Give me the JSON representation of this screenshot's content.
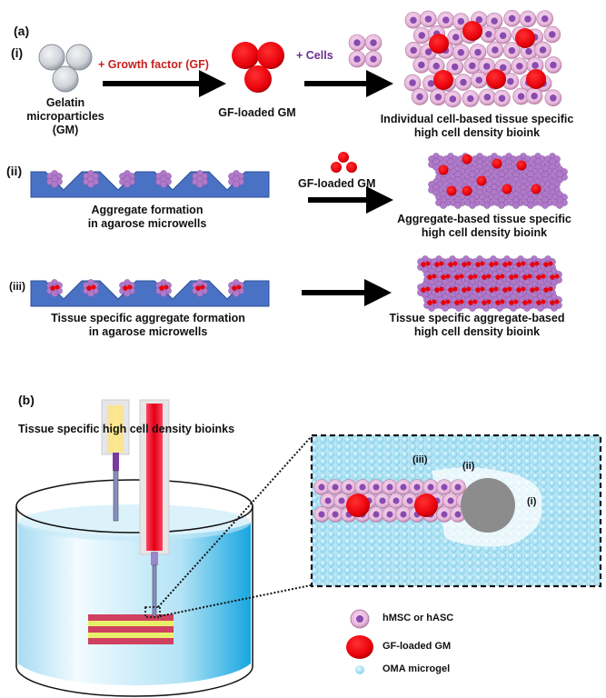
{
  "panel_a": {
    "label": "(a)",
    "row_i": {
      "label": "(i)",
      "gm_caption": [
        "Gelatin",
        "microparticles",
        "(GM)"
      ],
      "gf_step": "+ Growth factor (GF)",
      "gf_loaded_caption": "GF-loaded GM",
      "cells_step": "+ Cells",
      "result_caption": [
        "Individual cell-based tissue specific",
        "high cell density bioink"
      ]
    },
    "row_ii": {
      "label": "(ii)",
      "wells_caption": [
        "Aggregate formation",
        "in agarose microwells"
      ],
      "additive": "GF-loaded GM",
      "result_caption": [
        "Aggregate-based tissue specific",
        "high cell density bioink"
      ]
    },
    "row_iii": {
      "label": "(iii)",
      "wells_caption": [
        "Tissue specific aggregate formation",
        "in agarose microwells"
      ],
      "result_caption": [
        "Tissue specific aggregate-based",
        "high cell density bioink"
      ]
    }
  },
  "panel_b": {
    "label": "(b)",
    "title": "Tissue specific high cell density bioinks",
    "inset_labels": {
      "iii": "(iii)",
      "ii": "(ii)",
      "i": "(i)"
    },
    "legend": [
      {
        "label": "hMSC or hASC",
        "icon": "cell-icon"
      },
      {
        "label": "GF-loaded GM",
        "icon": "gf-microparticle-icon"
      },
      {
        "label": "OMA microgel",
        "icon": "microgel-icon"
      }
    ]
  },
  "colors": {
    "gf_red": "#e8000b",
    "cell_pink": "#e6b6da",
    "cell_nucleus": "#8a4bb0",
    "well_blue": "#4a72c4",
    "cells_text": "#6a2f8f",
    "gf_text": "#c8201e",
    "microgel": "#a9e1f2",
    "bath": "#7fcbec"
  }
}
